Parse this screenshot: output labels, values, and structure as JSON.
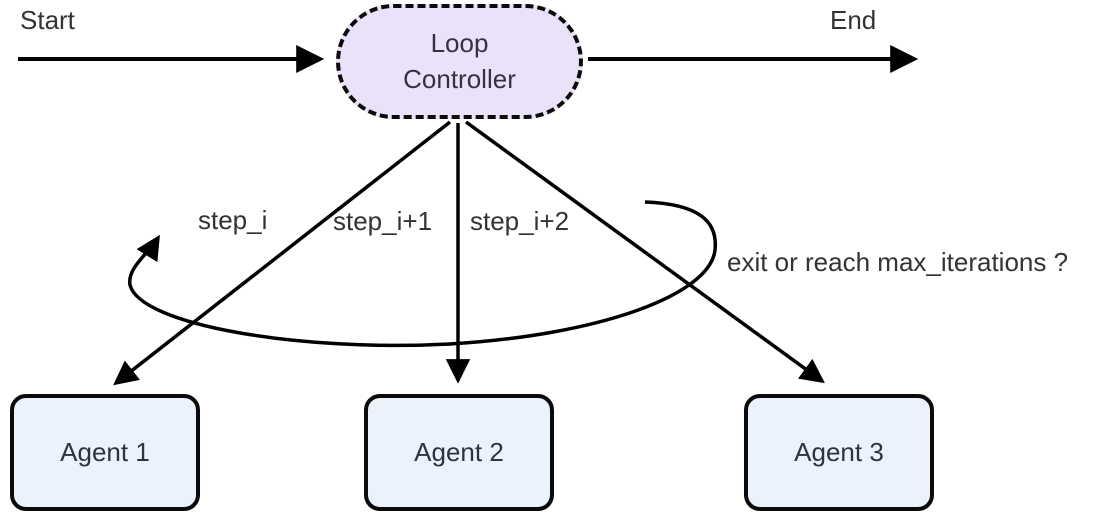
{
  "diagram": {
    "start_label": "Start",
    "end_label": "End",
    "controller": {
      "label": "Loop Controller"
    },
    "edge_labels": {
      "step_1": "step_i",
      "step_2": "step_i+1",
      "step_3": "step_i+2",
      "loop_condition": "exit or reach max_iterations ?"
    },
    "agents": [
      {
        "label": "Agent 1"
      },
      {
        "label": "Agent 2"
      },
      {
        "label": "Agent 3"
      }
    ],
    "colors": {
      "controller_fill": "#e9e2f8",
      "agent_fill": "#ecf2fb",
      "connector": "#000000",
      "text": "#333333"
    }
  }
}
